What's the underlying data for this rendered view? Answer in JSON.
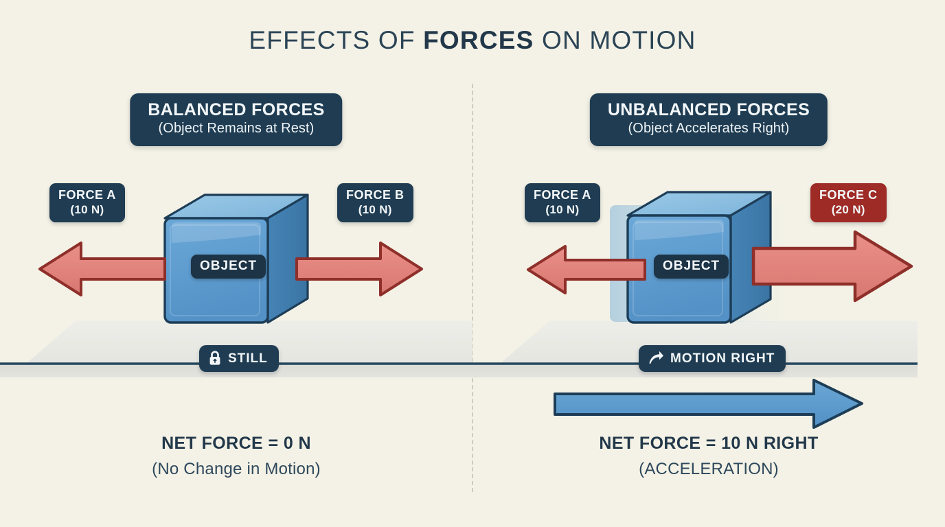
{
  "title": {
    "part1": "EFFECTS OF ",
    "emphasis": "FORCES",
    "part2": " ON MOTION"
  },
  "colors": {
    "background": "#f4f2e6",
    "ink": "#22384a",
    "badge_navy": "#1f3c52",
    "danger_red": "#9e2b25",
    "arrow_red_fill": "#e2817a",
    "arrow_red_stroke": "#8e2f2a",
    "box_blue_front": "#5b9bd0",
    "box_blue_top": "#8cc0e0",
    "box_blue_side": "#3d7cae",
    "box_outline": "#1d3d57",
    "motion_arrow_fill": "#5d9bcd",
    "ground_top": "#e8e8e4",
    "ground_front": "#dcdcd8",
    "divider": "#cfcdbd"
  },
  "left_panel": {
    "header": {
      "title": "BALANCED FORCES",
      "subtitle": "(Object Remains at Rest)"
    },
    "object_label": "OBJECT",
    "forces": [
      {
        "name": "FORCE A",
        "value": "(10 N)",
        "direction": "left",
        "magnitude_n": 10,
        "style": "normal"
      },
      {
        "name": "FORCE B",
        "value": "(10 N)",
        "direction": "right",
        "magnitude_n": 10,
        "style": "normal"
      }
    ],
    "status": {
      "icon": "lock-icon",
      "label": "STILL"
    },
    "caption": {
      "main": "NET FORCE = 0 N",
      "sub": "(No Change in Motion)"
    }
  },
  "right_panel": {
    "header": {
      "title": "UNBALANCED FORCES",
      "subtitle": "(Object Accelerates Right)"
    },
    "object_label": "OBJECT",
    "forces": [
      {
        "name": "FORCE A",
        "value": "(10 N)",
        "direction": "left",
        "magnitude_n": 10,
        "style": "normal"
      },
      {
        "name": "FORCE C",
        "value": "(20 N)",
        "direction": "right",
        "magnitude_n": 20,
        "style": "danger"
      }
    ],
    "status": {
      "icon": "curved-arrow-right-icon",
      "label": "MOTION RIGHT"
    },
    "motion_arrow": {
      "direction": "right",
      "meaning": "acceleration-direction"
    },
    "caption": {
      "main": "NET FORCE = 10 N RIGHT",
      "sub": "(ACCELERATION)"
    }
  }
}
